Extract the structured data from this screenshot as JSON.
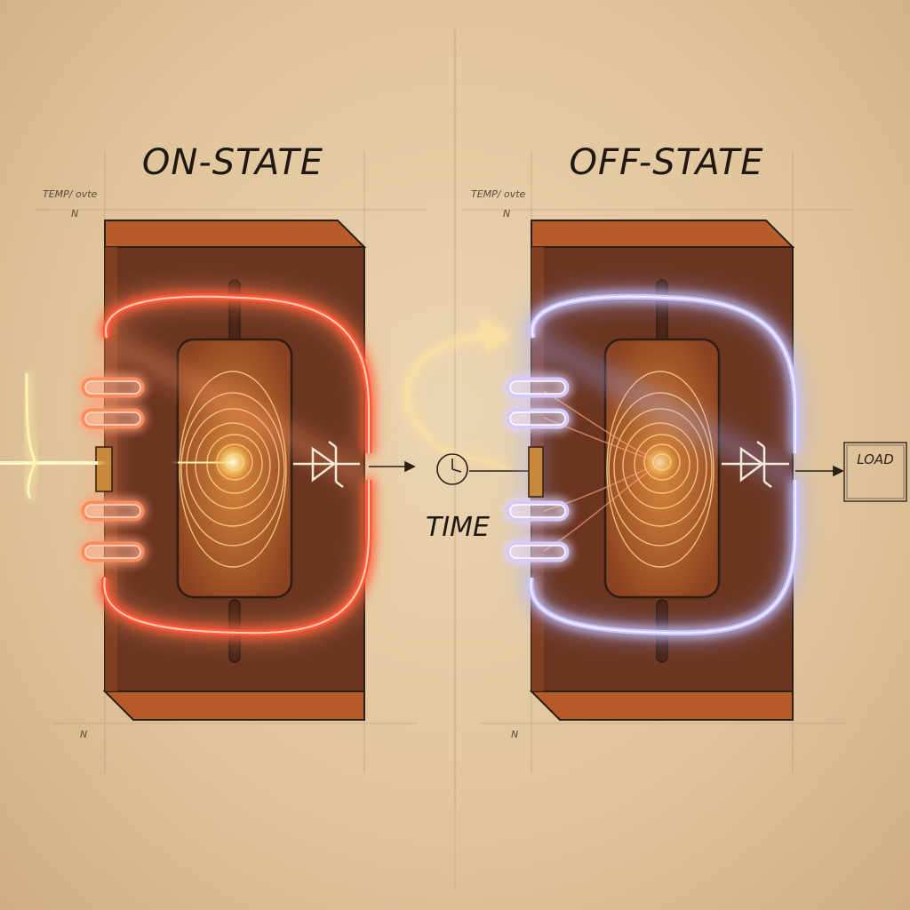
{
  "panels": {
    "on": {
      "title": "ON-STATE",
      "note_top": "TEMP/ ovte",
      "note_unit": "N",
      "note_bottom": "N",
      "loop_color": "#ff5a3a",
      "loop_glow": "#ff9a6a"
    },
    "off": {
      "title": "OFF-STATE",
      "note_top": "TEMP/ ovte",
      "note_unit": "N",
      "note_bottom": "N",
      "loop_color": "#c9c4ff",
      "loop_glow": "#9fa8ff"
    }
  },
  "transition": {
    "label": "TIME",
    "icon": "clock-icon",
    "arrow_color": "#ffe6a0"
  },
  "output": {
    "label": "LOAD"
  },
  "colors": {
    "casing": "#6b3520",
    "casing_edge": "#b65b2a",
    "core": "#8c4422",
    "ink": "#2a1e16",
    "beam": "#fff3b0"
  }
}
